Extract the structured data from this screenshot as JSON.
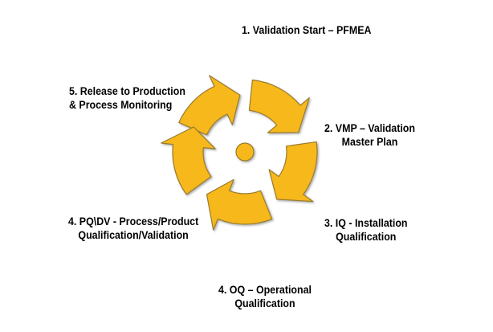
{
  "diagram": {
    "colors": {
      "arrow_fill": "#F7B81C",
      "arrow_stroke": "#9A7B2C",
      "text": "#000000"
    },
    "steps": [
      {
        "lines": [
          "1. Validation Start – PFMEA"
        ]
      },
      {
        "lines": [
          "2. VMP – Validation",
          "Master Plan"
        ]
      },
      {
        "lines": [
          "3. IQ - Installation",
          "Qualification"
        ]
      },
      {
        "lines": [
          "4. OQ – Operational",
          "Qualification"
        ]
      },
      {
        "lines": [
          "5. Release to Production",
          "& Process Monitoring"
        ]
      },
      {
        "lines": [
          "4. PQ\\DV - Process/Product",
          "Qualification/Validation"
        ]
      }
    ]
  }
}
